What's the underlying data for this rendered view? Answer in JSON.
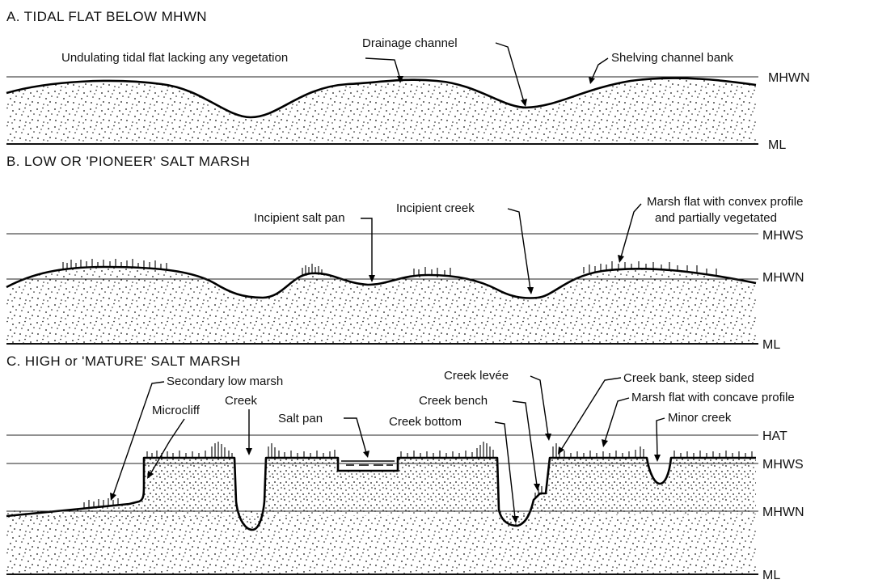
{
  "panels": {
    "a": {
      "title": "A. TIDAL FLAT BELOW MHWN",
      "levels": {
        "mhwn": "MHWN",
        "ml": "ML"
      },
      "labels": {
        "undulating": "Undulating tidal flat lacking any vegetation",
        "drainage": "Drainage channel",
        "shelving": "Shelving channel bank"
      }
    },
    "b": {
      "title": "B. LOW OR 'PIONEER' SALT MARSH",
      "levels": {
        "mhws": "MHWS",
        "mhwn": "MHWN",
        "ml": "ML"
      },
      "labels": {
        "salt_pan": "Incipient salt pan",
        "creek": "Incipient creek",
        "marsh_flat_1": "Marsh flat with convex profile",
        "marsh_flat_2": "and partially vegetated"
      }
    },
    "c": {
      "title": "C. HIGH or 'MATURE' SALT MARSH",
      "levels": {
        "hat": "HAT",
        "mhws": "MHWS",
        "mhwn": "MHWN",
        "ml": "ML"
      },
      "labels": {
        "secondary": "Secondary low marsh",
        "microcliff": "Microcliff",
        "creek": "Creek",
        "salt_pan": "Salt pan",
        "levee": "Creek levée",
        "bench": "Creek bench",
        "bottom": "Creek bottom",
        "bank": "Creek bank, steep sided",
        "concave": "Marsh flat with concave profile",
        "minor": "Minor creek"
      }
    }
  },
  "colors": {
    "ink": "#000000",
    "background": "#ffffff"
  }
}
